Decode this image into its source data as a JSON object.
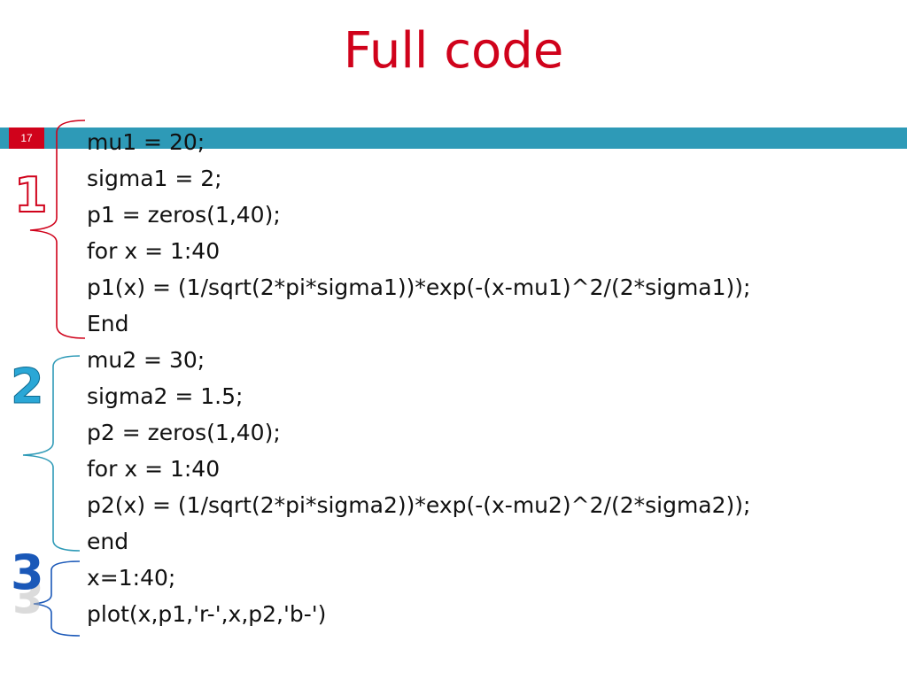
{
  "slide": {
    "title": "Full code",
    "number": "17"
  },
  "section_numbers": [
    "1",
    "2",
    "3"
  ],
  "code_lines": [
    "mu1 = 20;",
    "sigma1 = 2;",
    "p1 = zeros(1,40);",
    "for x = 1:40",
    "p1(x) = (1/sqrt(2*pi*sigma1))*exp(-(x-mu1)^2/(2*sigma1));",
    "End",
    "mu2 = 30;",
    "sigma2 = 1.5;",
    "p2 = zeros(1,40);",
    "for x = 1:40",
    "p2(x) = (1/sqrt(2*pi*sigma2))*exp(-(x-mu2)^2/(2*sigma2));",
    "end",
    "x=1:40;",
    "plot(x,p1,'r-',x,p2,'b-')"
  ],
  "colors": {
    "title": "#d0021b",
    "band": "#2e9ab7",
    "bracket_1": "#d0021b",
    "bracket_2": "#2e9ab7",
    "bracket_3": "#1a58b8"
  }
}
